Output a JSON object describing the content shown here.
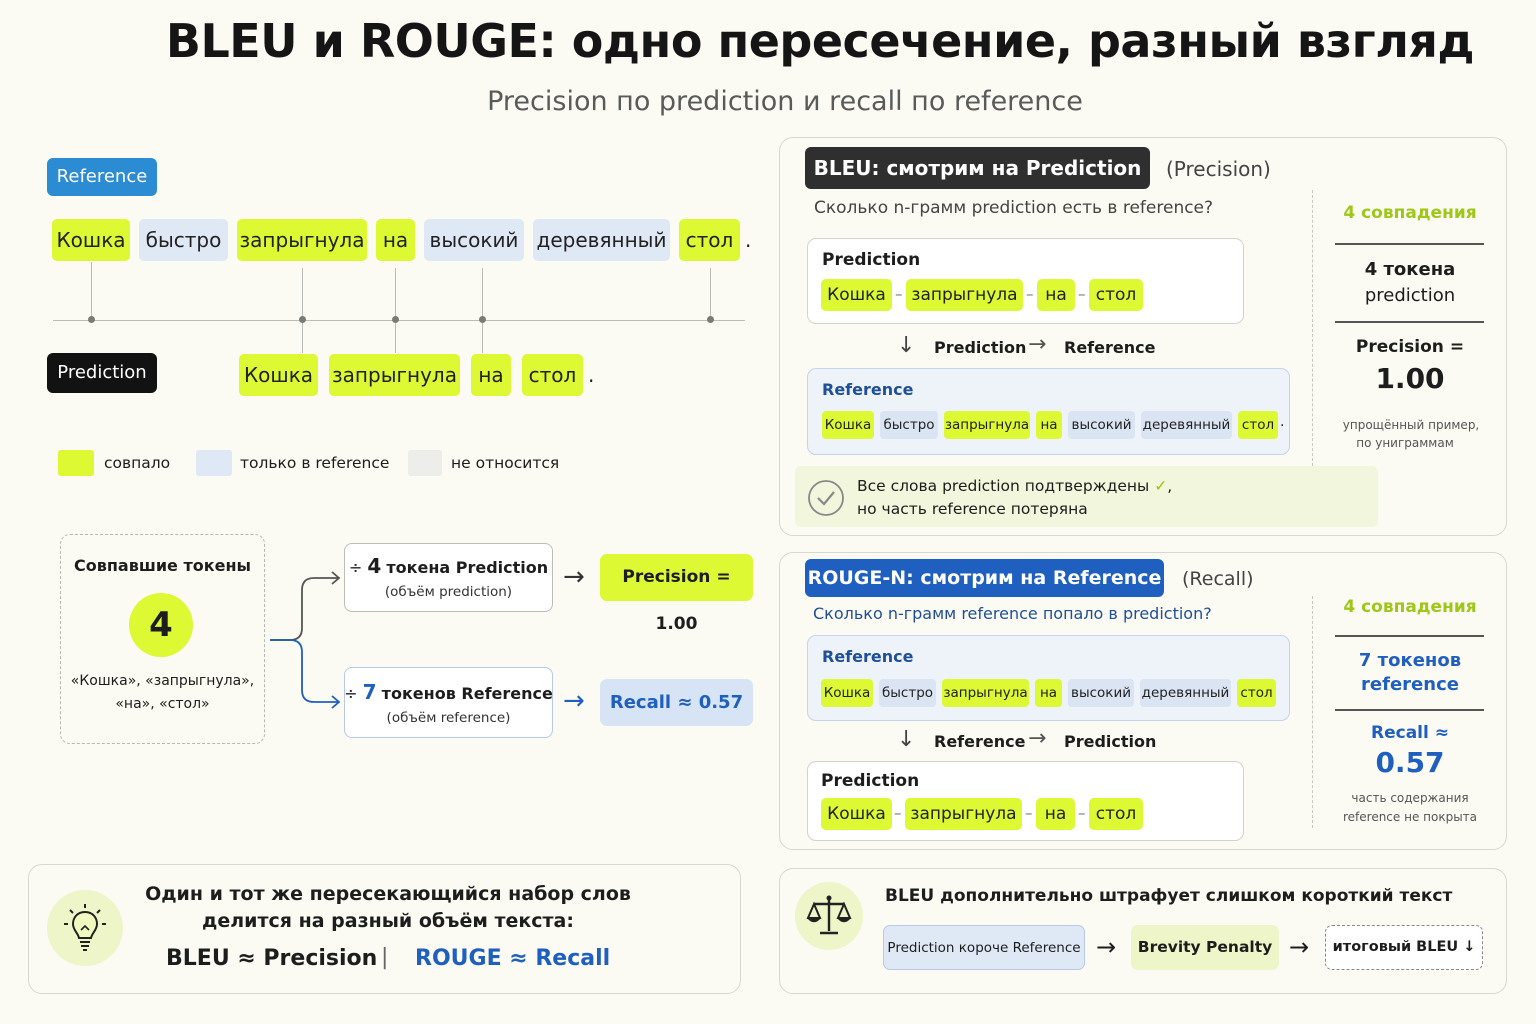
{
  "header": {
    "title": "BLEU и ROUGE: одно пересечение, разный взгляд",
    "subtitle": "Precision по prediction и recall по reference"
  },
  "left": {
    "reference_label": "Reference",
    "prediction_label": "Prediction",
    "reference_tokens": [
      "Кошка",
      "быстро",
      "запрыгнула",
      "на",
      "высокий",
      "деревянный",
      "стол"
    ],
    "prediction_tokens": [
      "Кошка",
      "запрыгнула",
      "на",
      "стол"
    ],
    "period": ".",
    "legend": {
      "matched": "совпало",
      "ref_only": "только в reference",
      "na": "не относится"
    },
    "matched_box": {
      "title": "Совпавшие токены",
      "count": "4",
      "words_line1": "«Кошка», «запрыгнула»,",
      "words_line2": "«на», «стол»"
    },
    "flow_top": {
      "div": "÷",
      "num": "4",
      "text": "токена Prediction",
      "sub": "(объём prediction)",
      "result": "Precision = 1.00"
    },
    "flow_bottom": {
      "div": "÷",
      "num": "7",
      "text": "токенов Reference",
      "sub": "(объём reference)",
      "result": "Recall ≈ 0.57"
    },
    "arrow": "→"
  },
  "bleu_panel": {
    "label": "BLEU: смотрим на Prediction",
    "paren": "(Precision)",
    "question": "Сколько n-грамм prediction есть в reference?",
    "pred_title": "Prediction",
    "pred_tokens": [
      "Кошка",
      "запрыгнула",
      "на",
      "стол"
    ],
    "dash": "–",
    "dir_from": "Prediction",
    "dir_to": "Reference",
    "down_arrow": "↓",
    "right_arrow": "→",
    "ref_title": "Reference",
    "ref_tokens": [
      "Кошка",
      "быстро",
      "запрыгнула",
      "на",
      "высокий",
      "деревянный",
      "стол"
    ],
    "period": ".",
    "check_line1": "Все слова prediction подтверждены",
    "check_mark": "✓",
    "check_comma": ",",
    "check_line2": "но часть reference потеряна",
    "side_matches": "4 совпадения",
    "side_tokens_1": "4 токена",
    "side_tokens_2": "prediction",
    "side_metric_1": "Precision =",
    "side_metric_2": "1.00",
    "side_note_1": "упрощённый пример,",
    "side_note_2": "по униграммам"
  },
  "rouge_panel": {
    "label": "ROUGE-N: смотрим на Reference",
    "paren": "(Recall)",
    "question": "Сколько n-грамм reference попало в prediction?",
    "ref_title": "Reference",
    "ref_tokens": [
      "Кошка",
      "быстро",
      "запрыгнула",
      "на",
      "высокий",
      "деревянный",
      "стол"
    ],
    "dir_from": "Reference",
    "dir_to": "Prediction",
    "down_arrow": "↓",
    "right_arrow": "→",
    "pred_title": "Prediction",
    "pred_tokens": [
      "Кошка",
      "запрыгнула",
      "на",
      "стол"
    ],
    "dash": "–",
    "side_matches": "4 совпадения",
    "side_tokens_1": "7 токенов",
    "side_tokens_2": "reference",
    "side_metric_1": "Recall ≈",
    "side_metric_2": "0.57",
    "side_note_1": "часть содержания",
    "side_note_2": "reference не покрыта"
  },
  "bottom_left": {
    "line1": "Один и тот же пересекающийся набор слов",
    "line2": "делится на разный объём текста:",
    "bleu": "BLEU ≈ Precision",
    "sep": "|",
    "rouge": "ROUGE ≈ Recall"
  },
  "bottom_right": {
    "title": "BLEU дополнительно штрафует слишком короткий текст",
    "step1": "Prediction короче Reference",
    "step2": "Brevity Penalty",
    "step3": "итоговый BLEU ↓",
    "arrow": "→"
  },
  "colors": {
    "green": "#dcf934",
    "blue": "#1f5fbf",
    "light_blue": "#dfe8f5",
    "grey": "#ededea",
    "dark": "#2b2b2b"
  }
}
